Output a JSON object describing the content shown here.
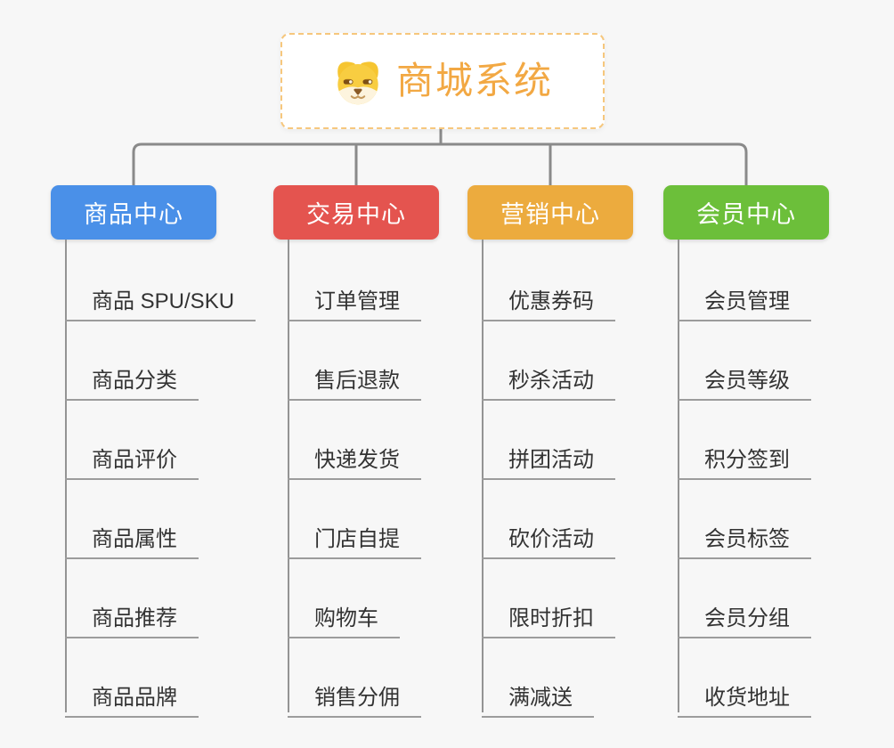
{
  "root": {
    "title": "商城系统",
    "icon": "doge-icon",
    "accent_color": "#f2a843",
    "border_color": "#f6c77d"
  },
  "connector_color": "#8a8a8a",
  "branches": [
    {
      "label": "商品中心",
      "color": "#4a90e8",
      "children": [
        "商品 SPU/SKU",
        "商品分类",
        "商品评价",
        "商品属性",
        "商品推荐",
        "商品品牌"
      ]
    },
    {
      "label": "交易中心",
      "color": "#e4544f",
      "children": [
        "订单管理",
        "售后退款",
        "快递发货",
        "门店自提",
        "购物车",
        "销售分佣"
      ]
    },
    {
      "label": "营销中心",
      "color": "#ecab3e",
      "children": [
        "优惠券码",
        "秒杀活动",
        "拼团活动",
        "砍价活动",
        "限时折扣",
        "满减送"
      ]
    },
    {
      "label": "会员中心",
      "color": "#6cbf3a",
      "children": [
        "会员管理",
        "会员等级",
        "积分签到",
        "会员标签",
        "会员分组",
        "收货地址"
      ]
    }
  ]
}
